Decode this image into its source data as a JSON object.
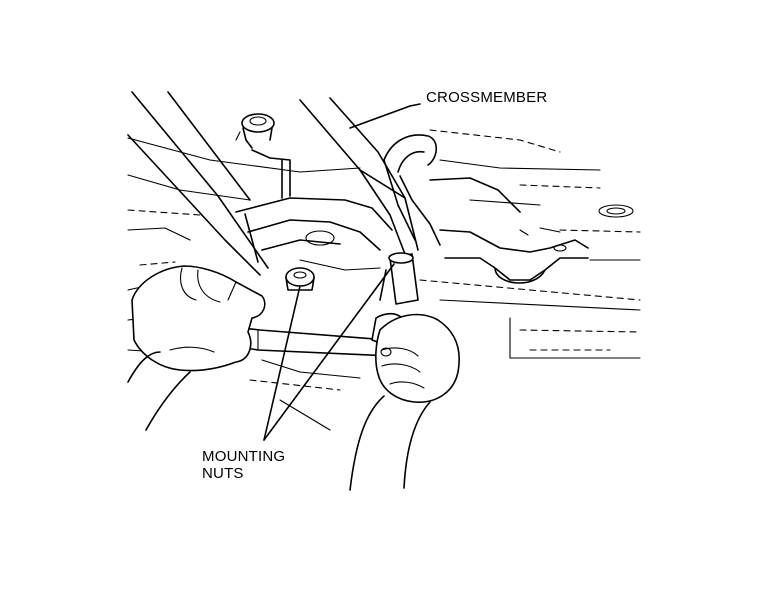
{
  "labels": {
    "crossmember": "CROSSMEMBER",
    "mounting_nuts_line1": "MOUNTING",
    "mounting_nuts_line2": "NUTS"
  },
  "colors": {
    "ink": "#000000",
    "paper": "#ffffff"
  }
}
